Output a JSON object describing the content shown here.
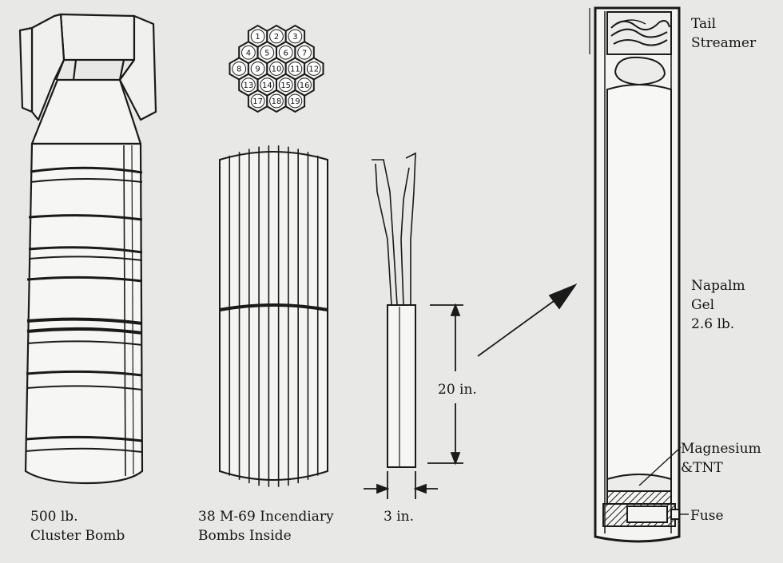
{
  "labels": {
    "cluster_bomb": [
      "500 lb.",
      "Cluster Bomb"
    ],
    "incendiary": [
      "38 M-69 Incendiary",
      "Bombs Inside"
    ],
    "diameter": "3 in.",
    "length": "20 in.",
    "tail": [
      "Tail",
      "Streamer"
    ],
    "napalm": [
      "Napalm",
      "Gel",
      "2.6 lb."
    ],
    "magnesium": [
      "Magnesium",
      "&TNT"
    ],
    "fuse": "Fuse"
  },
  "hex_cross_section": {
    "rows": [
      [
        "1",
        "2",
        "3"
      ],
      [
        "4",
        "5",
        "6",
        "7"
      ],
      [
        "8",
        "9",
        "10",
        "11",
        "12"
      ],
      [
        "13",
        "14",
        "15",
        "16"
      ],
      [
        "17",
        "18",
        "19"
      ]
    ]
  }
}
